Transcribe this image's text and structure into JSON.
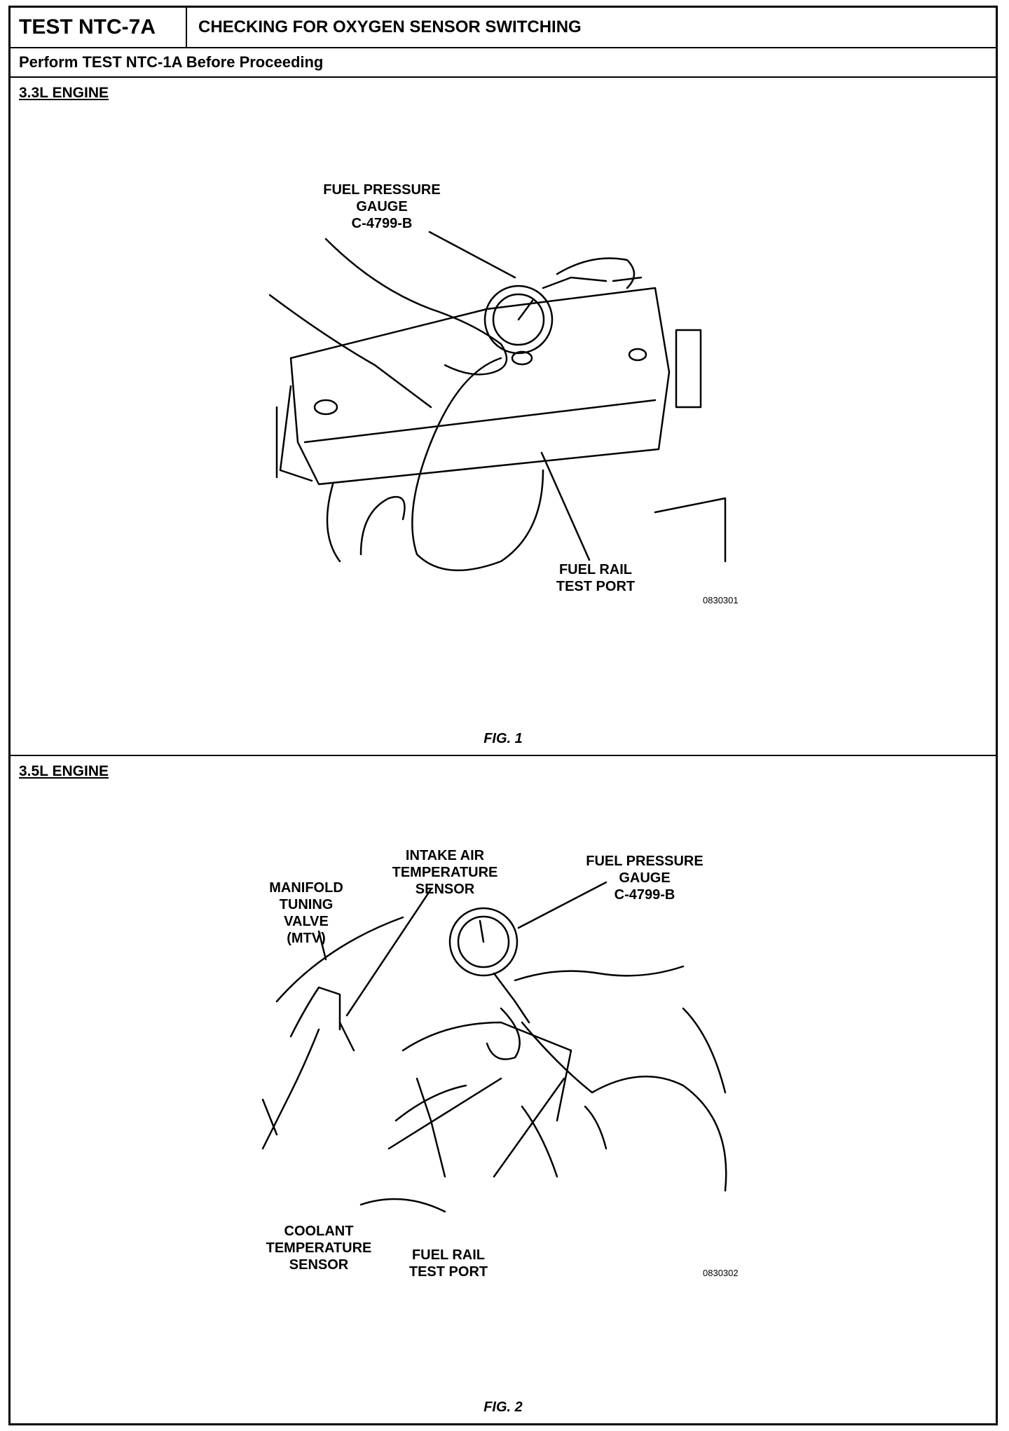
{
  "header": {
    "test_id": "TEST NTC-7A",
    "title": "CHECKING FOR OXYGEN SENSOR SWITCHING",
    "subtitle": "Perform TEST NTC-1A Before Proceeding"
  },
  "figure1": {
    "section_label": "3.3L ENGINE",
    "callouts": {
      "gauge": "FUEL PRESSURE\nGAUGE\nC-4799-B",
      "test_port": "FUEL RAIL\nTEST PORT"
    },
    "code": "0830301",
    "caption": "FIG. 1"
  },
  "figure2": {
    "section_label": "3.5L ENGINE",
    "callouts": {
      "mtv": "MANIFOLD\nTUNING\nVALVE\n(MTV)",
      "iat": "INTAKE AIR\nTEMPERATURE\nSENSOR",
      "gauge": "FUEL PRESSURE\nGAUGE\nC-4799-B",
      "coolant": "COOLANT\nTEMPERATURE\nSENSOR",
      "test_port": "FUEL RAIL\nTEST PORT"
    },
    "code": "0830302",
    "caption": "FIG. 2"
  }
}
